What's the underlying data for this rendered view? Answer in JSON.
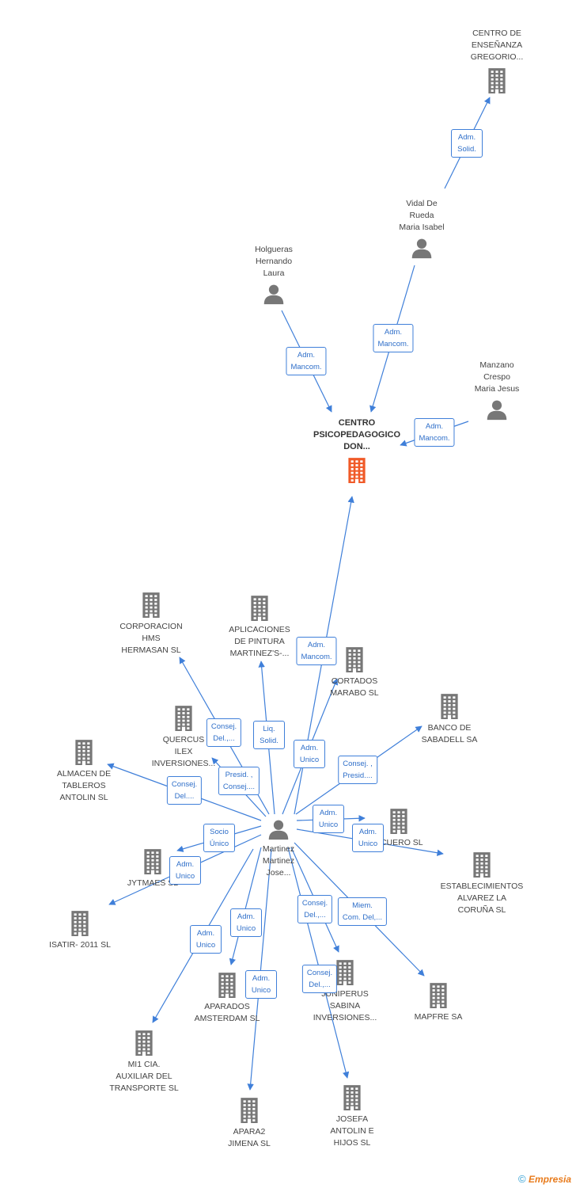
{
  "colors": {
    "line": "#3f7fd9",
    "building_default": "#777777",
    "building_center": "#f05a28",
    "person": "#777777",
    "brand": "#e87b1c"
  },
  "nodes": [
    {
      "id": "centro_ens",
      "type": "company",
      "label": "CENTRO DE\nENSEÑANZA\nGREGORIO..."
    },
    {
      "id": "vidal",
      "type": "person",
      "label": "Vidal De\nRueda\nMaria Isabel"
    },
    {
      "id": "holgueras",
      "type": "person",
      "label": "Holgueras\nHernando\nLaura"
    },
    {
      "id": "manzano",
      "type": "person",
      "label": "Manzano\nCrespo\nMaria Jesus"
    },
    {
      "id": "center",
      "type": "company-center",
      "label": "CENTRO\nPSICOPEDAGOGICO\nDON..."
    },
    {
      "id": "corporacion",
      "type": "company",
      "label": "CORPORACION\nHMS\nHERMASAN SL"
    },
    {
      "id": "aplicaciones",
      "type": "company",
      "label": "APLICACIONES\nDE PINTURA\nMARTINEZ'S-..."
    },
    {
      "id": "cortados",
      "type": "company",
      "label": "CORTADOS\nMARABO  SL"
    },
    {
      "id": "banco",
      "type": "company",
      "label": "BANCO DE\nSABADELL SA"
    },
    {
      "id": "quercus",
      "type": "company",
      "label": "QUERCUS\nILEX\nINVERSIONES..."
    },
    {
      "id": "almacen",
      "type": "company",
      "label": "ALMACEN DE\nTABLEROS\nANTOLIN SL"
    },
    {
      "id": "ucuero",
      "type": "company",
      "label": "UCUERO SL"
    },
    {
      "id": "martinez",
      "type": "person",
      "label": "Martinez\nMartinez\nJose..."
    },
    {
      "id": "jytmaes",
      "type": "company",
      "label": "JYTMAES SL"
    },
    {
      "id": "establecimientos",
      "type": "company",
      "label": "ESTABLECIMIENTOS\nALVAREZ LA\nCORUÑA SL"
    },
    {
      "id": "isatir",
      "type": "company",
      "label": "ISATIR- 2011 SL"
    },
    {
      "id": "aparados",
      "type": "company",
      "label": "APARADOS\nAMSTERDAM  SL"
    },
    {
      "id": "juniperus",
      "type": "company",
      "label": "JUNIPERUS\nSABINA\nINVERSIONES..."
    },
    {
      "id": "mapfre",
      "type": "company",
      "label": "MAPFRE SA"
    },
    {
      "id": "mi1",
      "type": "company",
      "label": "MI1 CIA.\nAUXILIAR DEL\nTRANSPORTE SL"
    },
    {
      "id": "apara2",
      "type": "company",
      "label": "APARA2\nJIMENA  SL"
    },
    {
      "id": "josefa",
      "type": "company",
      "label": "JOSEFA\nANTOLIN E\nHIJOS SL"
    }
  ],
  "edges": [
    {
      "from": "vidal",
      "to": "centro_ens",
      "label": "Adm.\nSolid."
    },
    {
      "from": "holgueras",
      "to": "center",
      "label": "Adm.\nMancom."
    },
    {
      "from": "vidal",
      "to": "center",
      "label": "Adm.\nMancom."
    },
    {
      "from": "manzano",
      "to": "center",
      "label": "Adm.\nMancom."
    },
    {
      "from": "martinez",
      "to": "center",
      "label": "Adm.\nMancom."
    },
    {
      "from": "martinez",
      "to": "corporacion",
      "label": "Consej.\nDel.,..."
    },
    {
      "from": "martinez",
      "to": "aplicaciones",
      "label": "Liq.\nSolid."
    },
    {
      "from": "martinez",
      "to": "cortados",
      "label": "Adm.\nUnico"
    },
    {
      "from": "martinez",
      "to": "banco",
      "label": "Consej. ,\nPresid...."
    },
    {
      "from": "martinez",
      "to": "quercus",
      "label": "Presid. ,\nConsej...."
    },
    {
      "from": "martinez",
      "to": "almacen",
      "label": "Consej.\nDel...."
    },
    {
      "from": "martinez",
      "to": "ucuero",
      "label": "Adm.\nUnico"
    },
    {
      "from": "martinez",
      "to": "establecimientos",
      "label": "Adm.\nUnico"
    },
    {
      "from": "martinez",
      "to": "jytmaes",
      "label": "Socio\nÚnico"
    },
    {
      "from": "martinez",
      "to": "isatir",
      "label": "Adm.\nUnico"
    },
    {
      "from": "martinez",
      "to": "aparados",
      "label": "Adm.\nUnico"
    },
    {
      "from": "martinez",
      "to": "mi1",
      "label": "Adm.\nUnico"
    },
    {
      "from": "martinez",
      "to": "apara2",
      "label": "Adm.\nUnico"
    },
    {
      "from": "martinez",
      "to": "juniperus",
      "label": "Consej.\nDel.,..."
    },
    {
      "from": "martinez",
      "to": "mapfre",
      "label": "Miem.\nCom. Del,..."
    },
    {
      "from": "martinez",
      "to": "josefa",
      "label": "Consej.\nDel.,..."
    }
  ],
  "footer": {
    "symbol": "©",
    "brand": "Empresia"
  }
}
